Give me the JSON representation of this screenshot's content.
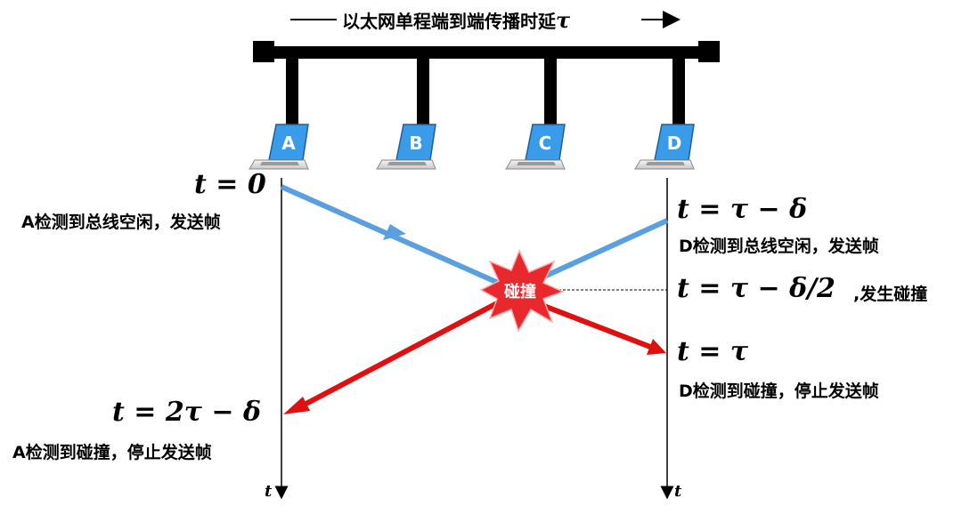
{
  "title": {
    "text": "以太网单程端到端传播时延",
    "symbol": "τ"
  },
  "stations": [
    {
      "id": "A"
    },
    {
      "id": "B"
    },
    {
      "id": "C"
    },
    {
      "id": "D"
    }
  ],
  "time_axis_label": "t",
  "collision_label": "碰撞",
  "events": {
    "a_start_eq": "t = 0",
    "a_start_text": "A检测到总线空闲，发送帧",
    "d_start_eq": "t = τ − δ",
    "d_start_text": "D检测到总线空闲，发送帧",
    "collide_eq": "t = τ − δ/2",
    "collide_text": ",发生碰撞",
    "d_detect_eq": "t = τ",
    "d_detect_text": "D检测到碰撞，停止发送帧",
    "a_detect_eq": "t = 2τ − δ",
    "a_detect_text": "A检测到碰撞，停止发送帧"
  },
  "colors": {
    "frame_blue": "#5AA0E0",
    "collision_red": "#E01010",
    "laptop_screen": "#3A9BE8",
    "burst": "#E8282C"
  }
}
